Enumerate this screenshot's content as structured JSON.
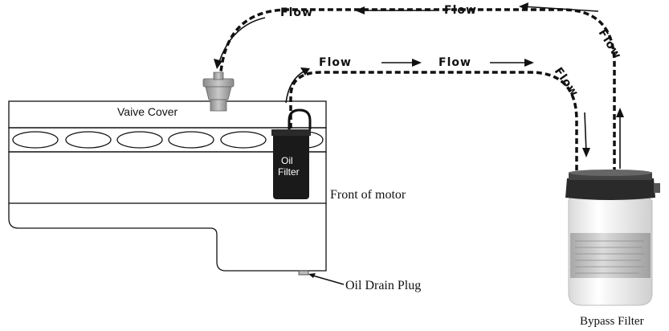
{
  "engine": {
    "valve_cover_label": "Vaive Cover",
    "oil_filter_label_line1": "Oil",
    "oil_filter_label_line2": "Filter",
    "front_label": "Front of motor",
    "drain_plug_label": "Oil Drain Plug"
  },
  "bypass_filter": {
    "label": "Bypass Filter"
  },
  "flow_labels": {
    "top_left": "Flow",
    "top_right": "Flow",
    "right_vertical": "Flow",
    "inner_left": "Flow",
    "inner_middle": "Flow",
    "inner_right": "Flow"
  },
  "colors": {
    "line": "#111111",
    "filter_black": "#1a1a1a",
    "filter_white": "#f2f2f2",
    "filter_cap": "#2a2a2a",
    "label_band": "#c8c8c8",
    "fitting_gray": "#a8a8a8"
  }
}
